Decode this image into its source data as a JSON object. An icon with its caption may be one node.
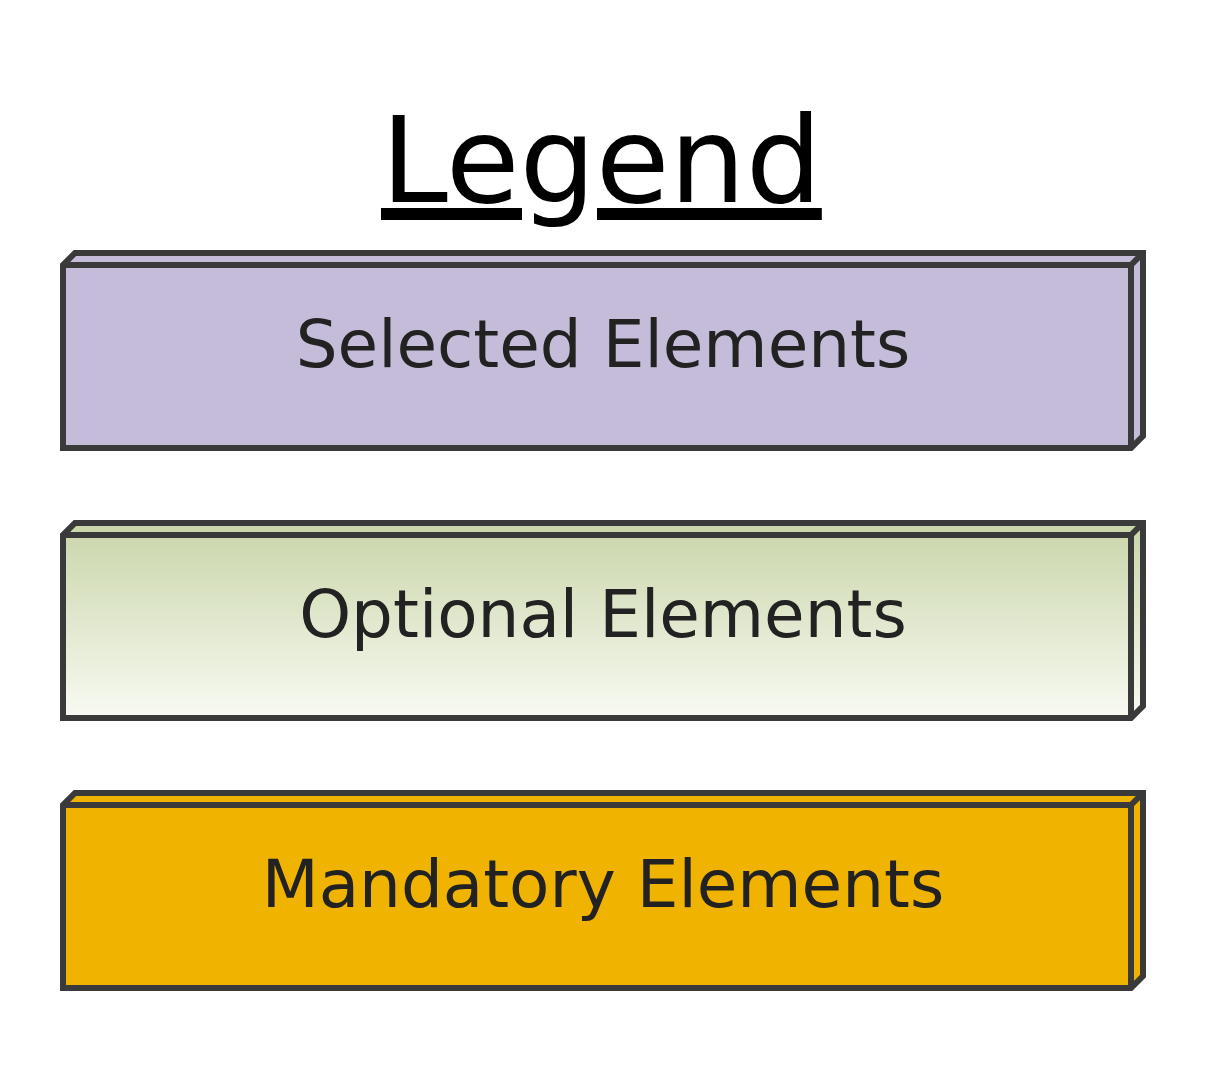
{
  "diagram": {
    "title": "Legend",
    "nodes": [
      {
        "text": [
          "Mandatory Elements"
        ]
      },
      {
        "text": [
          "Optional Elements"
        ]
      },
      {
        "text": [
          "Selected Elements"
        ]
      }
    ]
  }
}
